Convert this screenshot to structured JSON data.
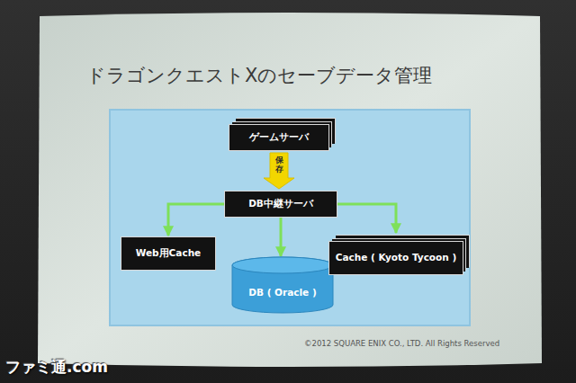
{
  "diagram": {
    "title": "ドラゴンクエストXのセーブデータ管理",
    "nodes": [
      {
        "text": [
          "ゲームサーバ"
        ]
      },
      {
        "text": [
          "DB中継サーバ"
        ]
      },
      {
        "text": [
          "Web用Cache"
        ]
      },
      {
        "text": [
          "DB ( Oracle )"
        ]
      },
      {
        "text": [
          "Cache ( Kyoto Tycoon )"
        ]
      }
    ],
    "edges": [
      {
        "from": 0,
        "to": 1,
        "arrow": "to",
        "label": "保存"
      },
      {
        "from": 1,
        "to": 2,
        "arrow": "to"
      },
      {
        "from": 1,
        "to": 3,
        "arrow": "to"
      },
      {
        "from": 1,
        "to": 4,
        "arrow": "to"
      }
    ],
    "labels": [
      "©2012 SQUARE ENIX CO., LTD. All Rights Reserved",
      "ファミ通.com"
    ]
  }
}
